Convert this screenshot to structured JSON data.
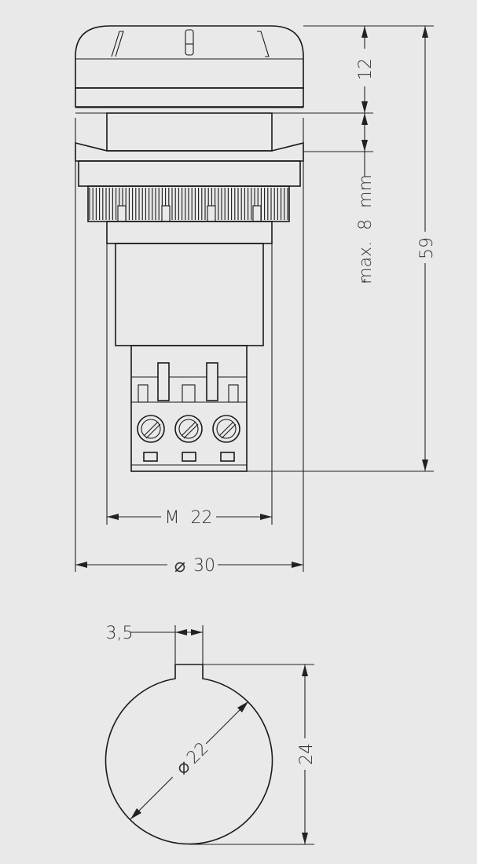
{
  "dimensions": {
    "cap_height": "12",
    "max_depth": "max.  8  mm",
    "total_height": "59",
    "thread": "M  22",
    "outer_diameter_symbol": "⌀",
    "outer_diameter_value": "30",
    "key_width": "3,5",
    "hole_diameter_symbol": "⌀",
    "hole_diameter_value": "22",
    "hole_height": "24"
  },
  "colors": {
    "background": "#e9e9e9",
    "line": "#1a1a1a"
  }
}
